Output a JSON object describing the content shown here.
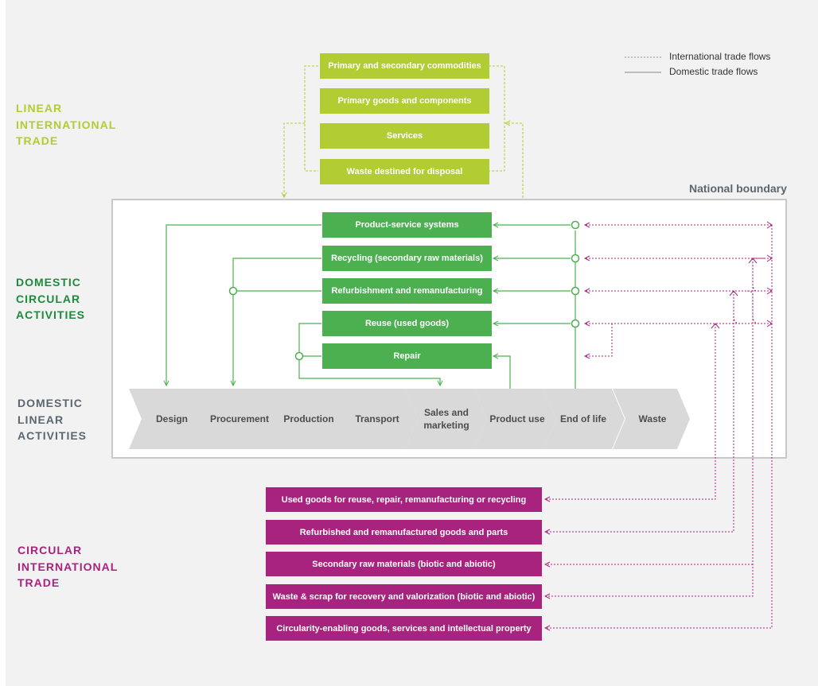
{
  "legend": {
    "international": "International trade flows",
    "domestic": "Domestic trade flows"
  },
  "sections": {
    "linear_international": [
      "LINEAR",
      "INTERNATIONAL",
      "TRADE"
    ],
    "domestic_circular": [
      "DOMESTIC",
      "CIRCULAR",
      "ACTIVITIES"
    ],
    "domestic_linear": [
      "DOMESTIC",
      "LINEAR",
      "ACTIVITIES"
    ],
    "circular_international": [
      "CIRCULAR",
      "INTERNATIONAL",
      "TRADE"
    ]
  },
  "national_boundary": "National boundary",
  "linear_trade_items": [
    "Primary and secondary commodities",
    "Primary goods and components",
    "Services",
    "Waste destined for disposal"
  ],
  "circular_activities": [
    "Product-service systems",
    "Recycling (secondary raw materials)",
    "Refurbishment and remanufacturing",
    "Reuse (used goods)",
    "Repair"
  ],
  "value_chain": [
    "Design",
    "Procurement",
    "Production",
    "Transport",
    "Sales and marketing",
    "Product use",
    "End of life",
    "Waste"
  ],
  "circular_trade_items": [
    "Used goods for reuse, repair, remanufacturing or recycling",
    "Refurbished and remanufactured goods and parts",
    "Secondary raw materials (biotic and abiotic)",
    "Waste & scrap for recovery and valorization (biotic and abiotic)",
    "Circularity-enabling goods, services and intellectual property"
  ],
  "colors": {
    "linear_trade": "#b2cc34",
    "domestic_circular": "#4caf50",
    "circular_trade": "#a8237e",
    "chevron": "#d9d9d9",
    "boundary": "#c8c8c8",
    "section_linear_domestic": "#5c6670"
  }
}
